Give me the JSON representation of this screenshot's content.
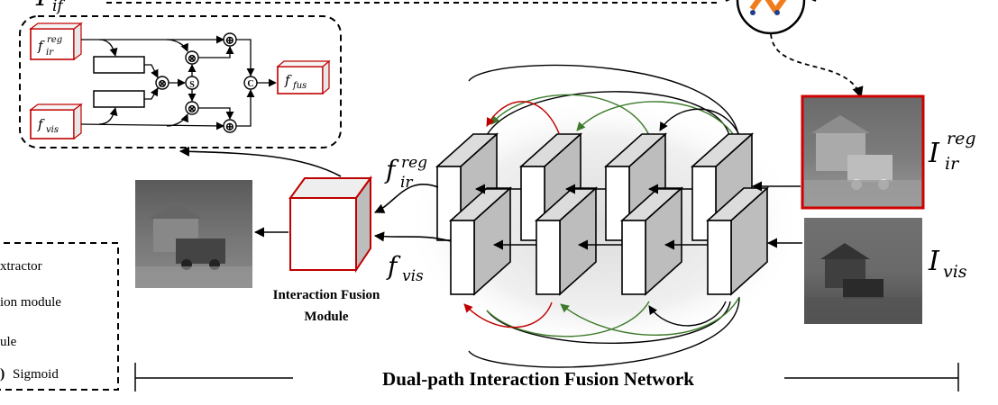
{
  "top_left_symbol": {
    "base": "I",
    "sub": "if"
  },
  "inset": {
    "input_ir": {
      "base": "f",
      "sup": "reg",
      "sub": "ir"
    },
    "input_vis": {
      "base": "f",
      "sub": "vis"
    },
    "output": {
      "base": "f",
      "sub": "fus"
    },
    "mult_symbol": "⊗",
    "add_symbol": "⊕",
    "sigmoid_symbol": "S",
    "concat_symbol": "C"
  },
  "feature_labels": {
    "ir": {
      "base": "f",
      "sup": "reg",
      "sub": "ir"
    },
    "vis": {
      "base": "f",
      "sub": "vis"
    }
  },
  "input_labels": {
    "ir": {
      "base": "I",
      "sup": "reg",
      "sub": "ir"
    },
    "vis": {
      "base": "I",
      "sub": "vis"
    }
  },
  "fusion_module_label": [
    "Interaction Fusion",
    "Module"
  ],
  "network_title": "Dual-path Interaction Fusion Network",
  "legend": {
    "items": [
      "xtractor",
      "ion module",
      "ule",
      "Sigmoid"
    ],
    "sigmoid_mark": ")"
  },
  "colors": {
    "red": "#c00000",
    "green": "#3c7a2a",
    "navy": "#1f3e8c",
    "orange": "#f07c1c",
    "block_side": "#bdbdbd",
    "block_top": "#dcdcdc"
  }
}
